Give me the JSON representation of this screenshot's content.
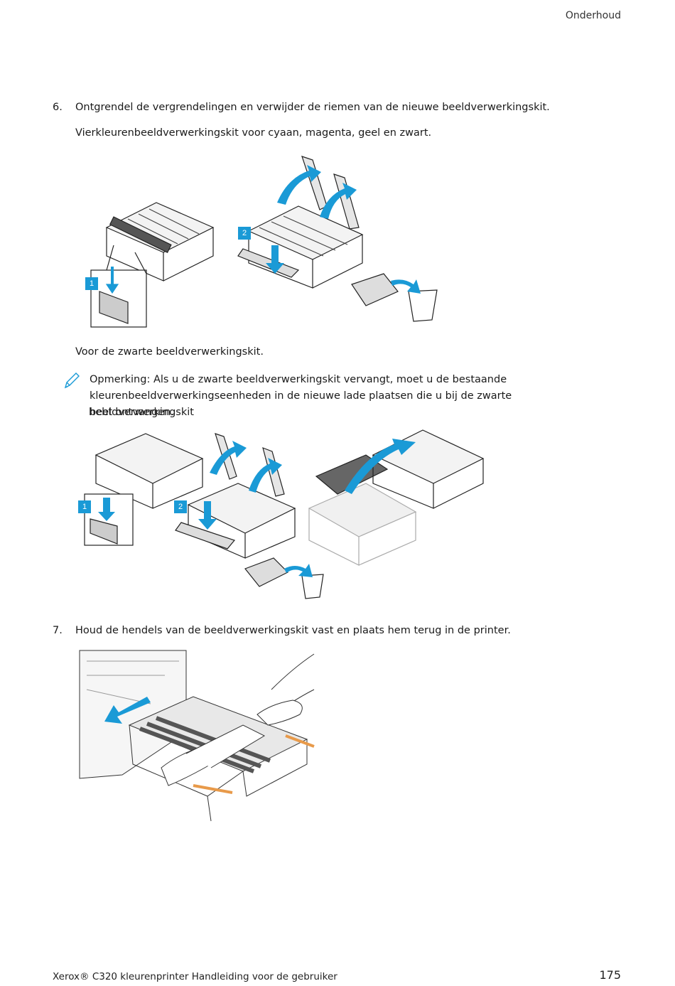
{
  "header": {
    "section": "Onderhoud"
  },
  "step6": {
    "number": "6.",
    "text": "Ontgrendel de vergrendelingen en verwijder de riemen van de nieuwe beeldverwerkingskit.",
    "subtitle": "Vierkleurenbeeldverwerkingskit voor cyaan, magenta, geel en zwart.",
    "fig1": {
      "badge1": "1",
      "badge2": "2"
    },
    "black_kit_label": "Voor de zwarte beeldverwerkingskit.",
    "note": {
      "icon": "pencil-icon",
      "line1": "Opmerking: Als u de zwarte beeldverwerkingskit vervangt, moet u de bestaande",
      "line2": "kleurenbeeldverwerkingseenheden in de nieuwe lade plaatsen die u bij de zwarte beeldverwerkingskit",
      "line3": "hebt ontvangen."
    },
    "fig2": {
      "badge1": "1",
      "badge2": "2"
    }
  },
  "step7": {
    "number": "7.",
    "text": "Houd de hendels van de beeldverwerkingskit vast en plaats hem terug in de printer."
  },
  "footer": {
    "left": "Xerox® C320 kleurenprinter Handleiding voor de gebruiker",
    "page": "175"
  },
  "colors": {
    "accent": "#1a9ad6",
    "text": "#1a1a1a",
    "orange": "#e89a4a"
  }
}
